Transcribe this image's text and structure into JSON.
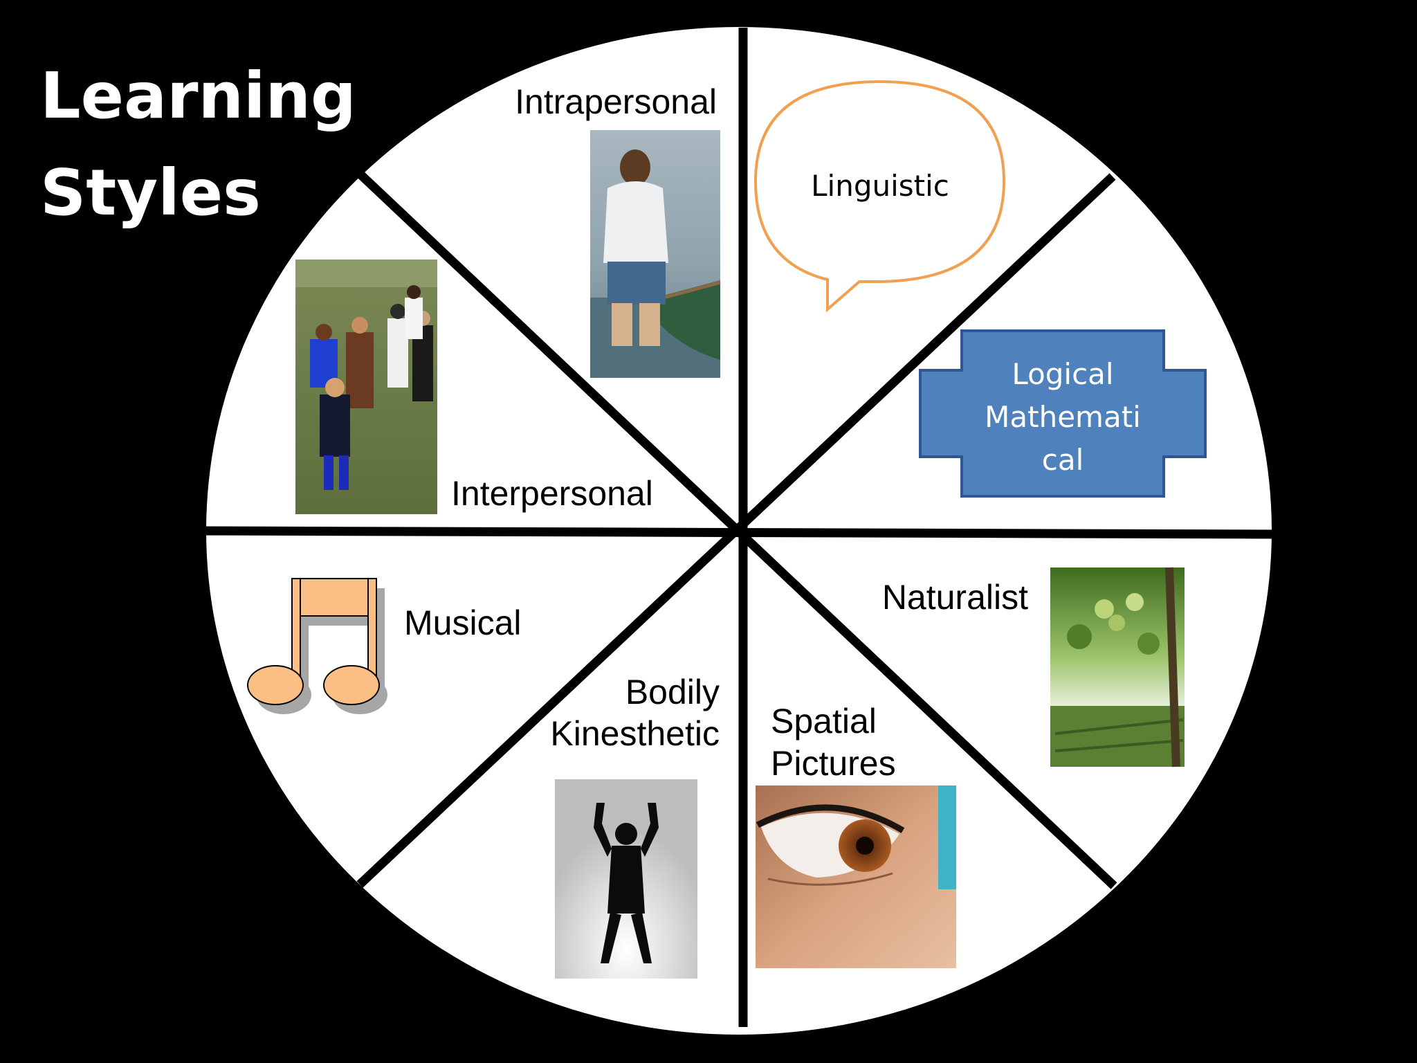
{
  "title": {
    "line1": "Learning",
    "line2": "Styles"
  },
  "segments": {
    "intrapersonal": {
      "label": "Intrapersonal",
      "image": "person-standing-in-water-beside-boat"
    },
    "linguistic": {
      "label": "Linguistic",
      "shape": "speech-bubble"
    },
    "logical": {
      "line1": "Logical",
      "line2": "Mathemati",
      "line3": "cal",
      "shape": "plus-shaped-box"
    },
    "naturalist": {
      "label": "Naturalist",
      "image": "grapevine-and-vineyard"
    },
    "spatial": {
      "line1": "Spatial",
      "line2": "Pictures",
      "image": "close-up-eye"
    },
    "bodily": {
      "line1": "Bodily",
      "line2": "Kinesthetic",
      "image": "silhouette-arms-raised"
    },
    "musical": {
      "label": "Musical",
      "icon": "music-notes-icon"
    },
    "interpersonal": {
      "label": "Interpersonal",
      "image": "group-of-avatars"
    }
  },
  "colors": {
    "background": "#000000",
    "wheel": "#ffffff",
    "dividers": "#000000",
    "speech_bubble_stroke": "#f0a050",
    "logical_box_fill": "#4f81bd",
    "logical_box_stroke": "#2f5597",
    "logical_text": "#ffffff",
    "notes_fill": "#fbbf85"
  }
}
